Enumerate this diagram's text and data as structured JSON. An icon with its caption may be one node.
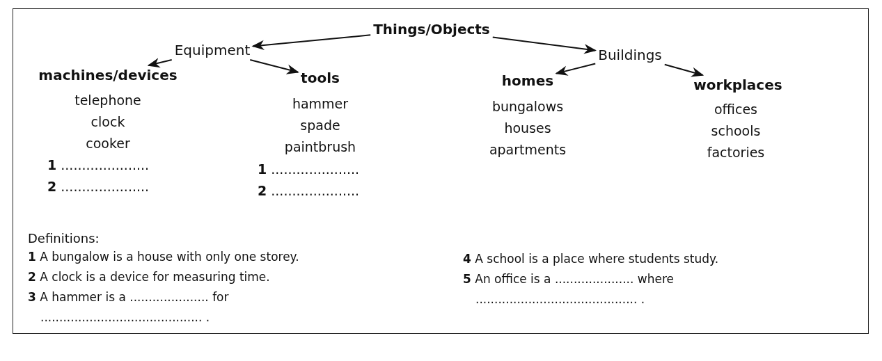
{
  "diagram": {
    "nodes": [
      {
        "text": [
          "Things/Objects"
        ]
      },
      {
        "text": [
          "Equipment"
        ]
      },
      {
        "text": [
          "Buildings"
        ]
      },
      {
        "text": [
          "machines/devices"
        ]
      },
      {
        "text": [
          "tools"
        ]
      },
      {
        "text": [
          "homes"
        ]
      },
      {
        "text": [
          "workplaces"
        ]
      }
    ],
    "edges": [
      {
        "from": 0,
        "to": 1,
        "arrow": "to"
      },
      {
        "from": 0,
        "to": 2,
        "arrow": "to"
      },
      {
        "from": 1,
        "to": 3,
        "arrow": "to"
      },
      {
        "from": 1,
        "to": 4,
        "arrow": "to"
      },
      {
        "from": 2,
        "to": 5,
        "arrow": "to"
      },
      {
        "from": 2,
        "to": 6,
        "arrow": "to"
      }
    ],
    "labels": [
      "telephone",
      "clock",
      "cooker",
      "**1** .....................",
      "**2** .....................",
      "hammer",
      "spade",
      "paintbrush",
      "**1** .....................",
      "**2** .....................",
      "bungalows",
      "houses",
      "apartments",
      "offices",
      "schools",
      "factories",
      "Definitions:",
      "**1** A bungalow is a house with only one storey.",
      "**2** A clock is a device for measuring time.",
      "**3** A hammer is a ..................... for ........................................... .",
      "**4** A school is a place where students study.",
      "**5** An office is a ..................... where ........................................... ."
    ]
  }
}
